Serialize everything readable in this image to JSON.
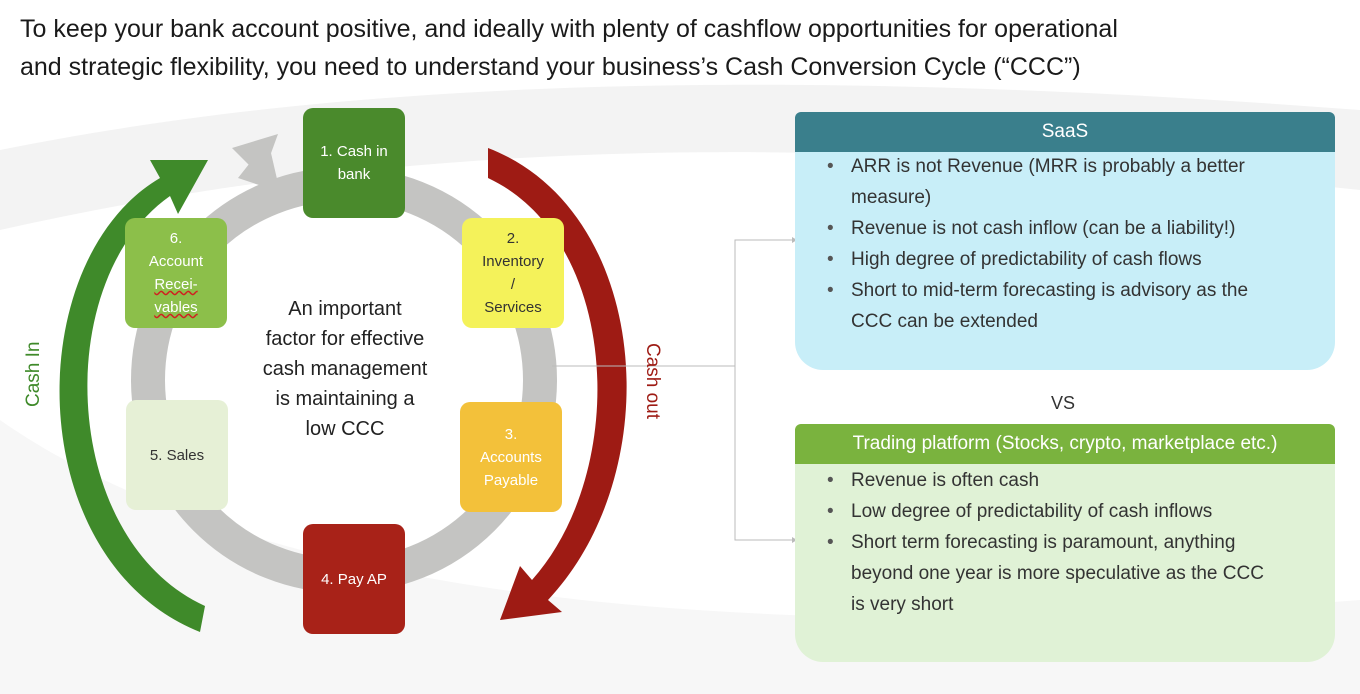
{
  "title": {
    "line1": "To keep your bank account positive, and ideally with plenty of cashflow opportunities for operational",
    "line2": "and strategic flexibility, you need to understand your business’s Cash Conversion Cycle (“CCC”)"
  },
  "cycle": {
    "cash_in_bank": [
      "1. Cash in",
      "bank"
    ],
    "inventory": [
      "2.",
      "Inventory",
      "/",
      "Services"
    ],
    "accounts_payable": [
      "3.",
      "Accounts",
      "Payable"
    ],
    "pay_ap": "4. Pay AP",
    "sales": "5. Sales",
    "receivables": [
      "6.",
      "Account",
      "Recei-",
      "vables"
    ],
    "center_text": [
      "An important",
      "factor for effective",
      "cash management",
      "is maintaining a",
      "low CCC"
    ],
    "cash_in_label": "Cash In",
    "cash_out_label": "Cash out"
  },
  "colors": {
    "cash_in_bank": "#4a8a2c",
    "inventory": "#f4f25a",
    "accounts_payable": "#f3c13a",
    "pay_ap": "#a82218",
    "sales": "#e6f0d6",
    "receivables": "#8cbf4a",
    "cash_in_arrow": "#3f8a2a",
    "cash_out_arrow": "#9e1b14",
    "saas_head": "#3a7f8c",
    "saas_body": "#c8eef8",
    "trading_head": "#7ab33e",
    "trading_body": "#e0f2d6"
  },
  "saas": {
    "title": "SaaS",
    "bullets": [
      [
        "ARR is not Revenue (MRR is probably a better",
        "measure)"
      ],
      [
        "Revenue is not cash inflow (can be a liability!)"
      ],
      [
        "High degree of predictability of cash flows"
      ],
      [
        "Short to mid-term forecasting is advisory as the",
        "CCC can be extended"
      ]
    ]
  },
  "vs": "VS",
  "trading": {
    "title": "Trading platform (Stocks, crypto, marketplace etc.)",
    "bullets": [
      [
        "Revenue is often cash"
      ],
      [
        "Low degree of predictability of cash inflows"
      ],
      [
        "Short term forecasting is paramount, anything",
        "beyond one year is more speculative as the CCC",
        "is very short"
      ]
    ]
  }
}
